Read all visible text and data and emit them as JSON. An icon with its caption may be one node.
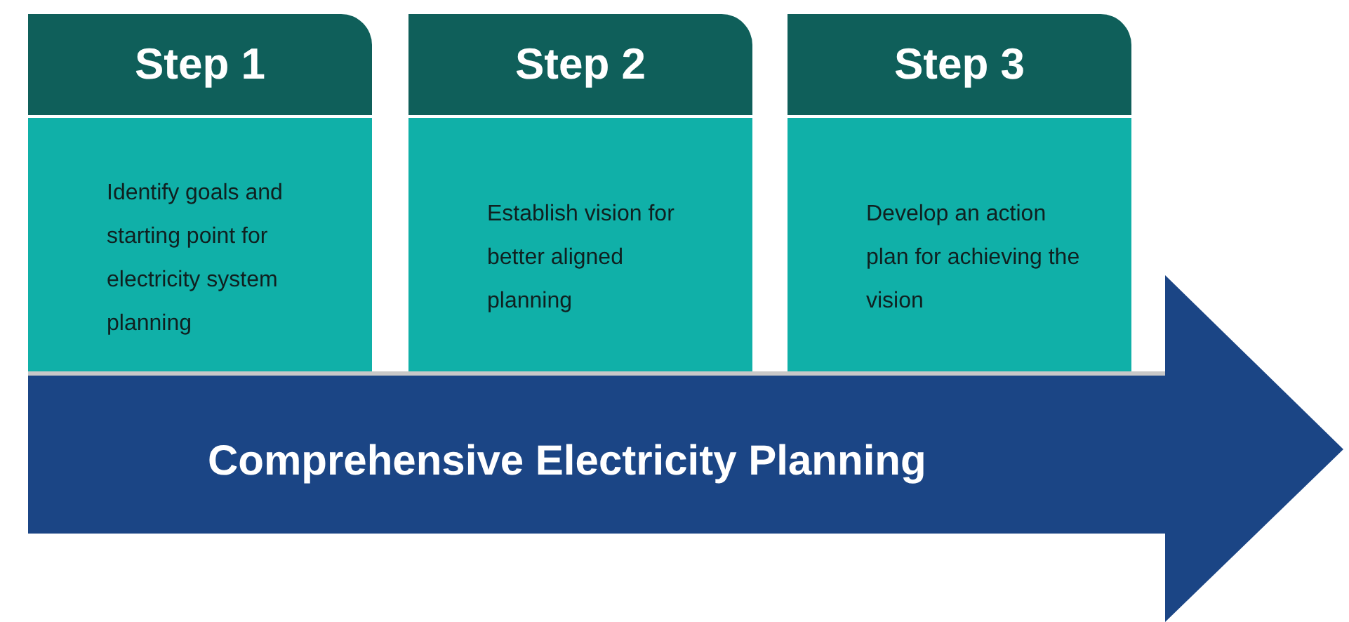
{
  "diagram": {
    "nodes": [
      {
        "text": [
          "Step 1",
          "Identify goals and starting point for electricity system planning"
        ]
      },
      {
        "text": [
          "Step 2",
          "Establish vision for better aligned planning"
        ]
      },
      {
        "text": [
          "Step 3",
          "Develop an action plan for achieving the vision"
        ]
      },
      {
        "text": [
          "Comprehensive Electricity Planning"
        ]
      }
    ]
  }
}
